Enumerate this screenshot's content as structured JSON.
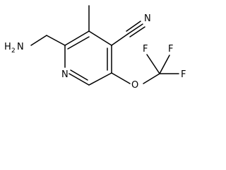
{
  "molecule": {
    "atoms": {
      "amine_n": "H",
      "amine_sub": "2",
      "amine_n_letter": "N",
      "ring_n": "N",
      "nitrile_n": "N",
      "ether_o": "O",
      "f_top_left": "F",
      "f_top_right": "F",
      "f_right": "F"
    }
  }
}
